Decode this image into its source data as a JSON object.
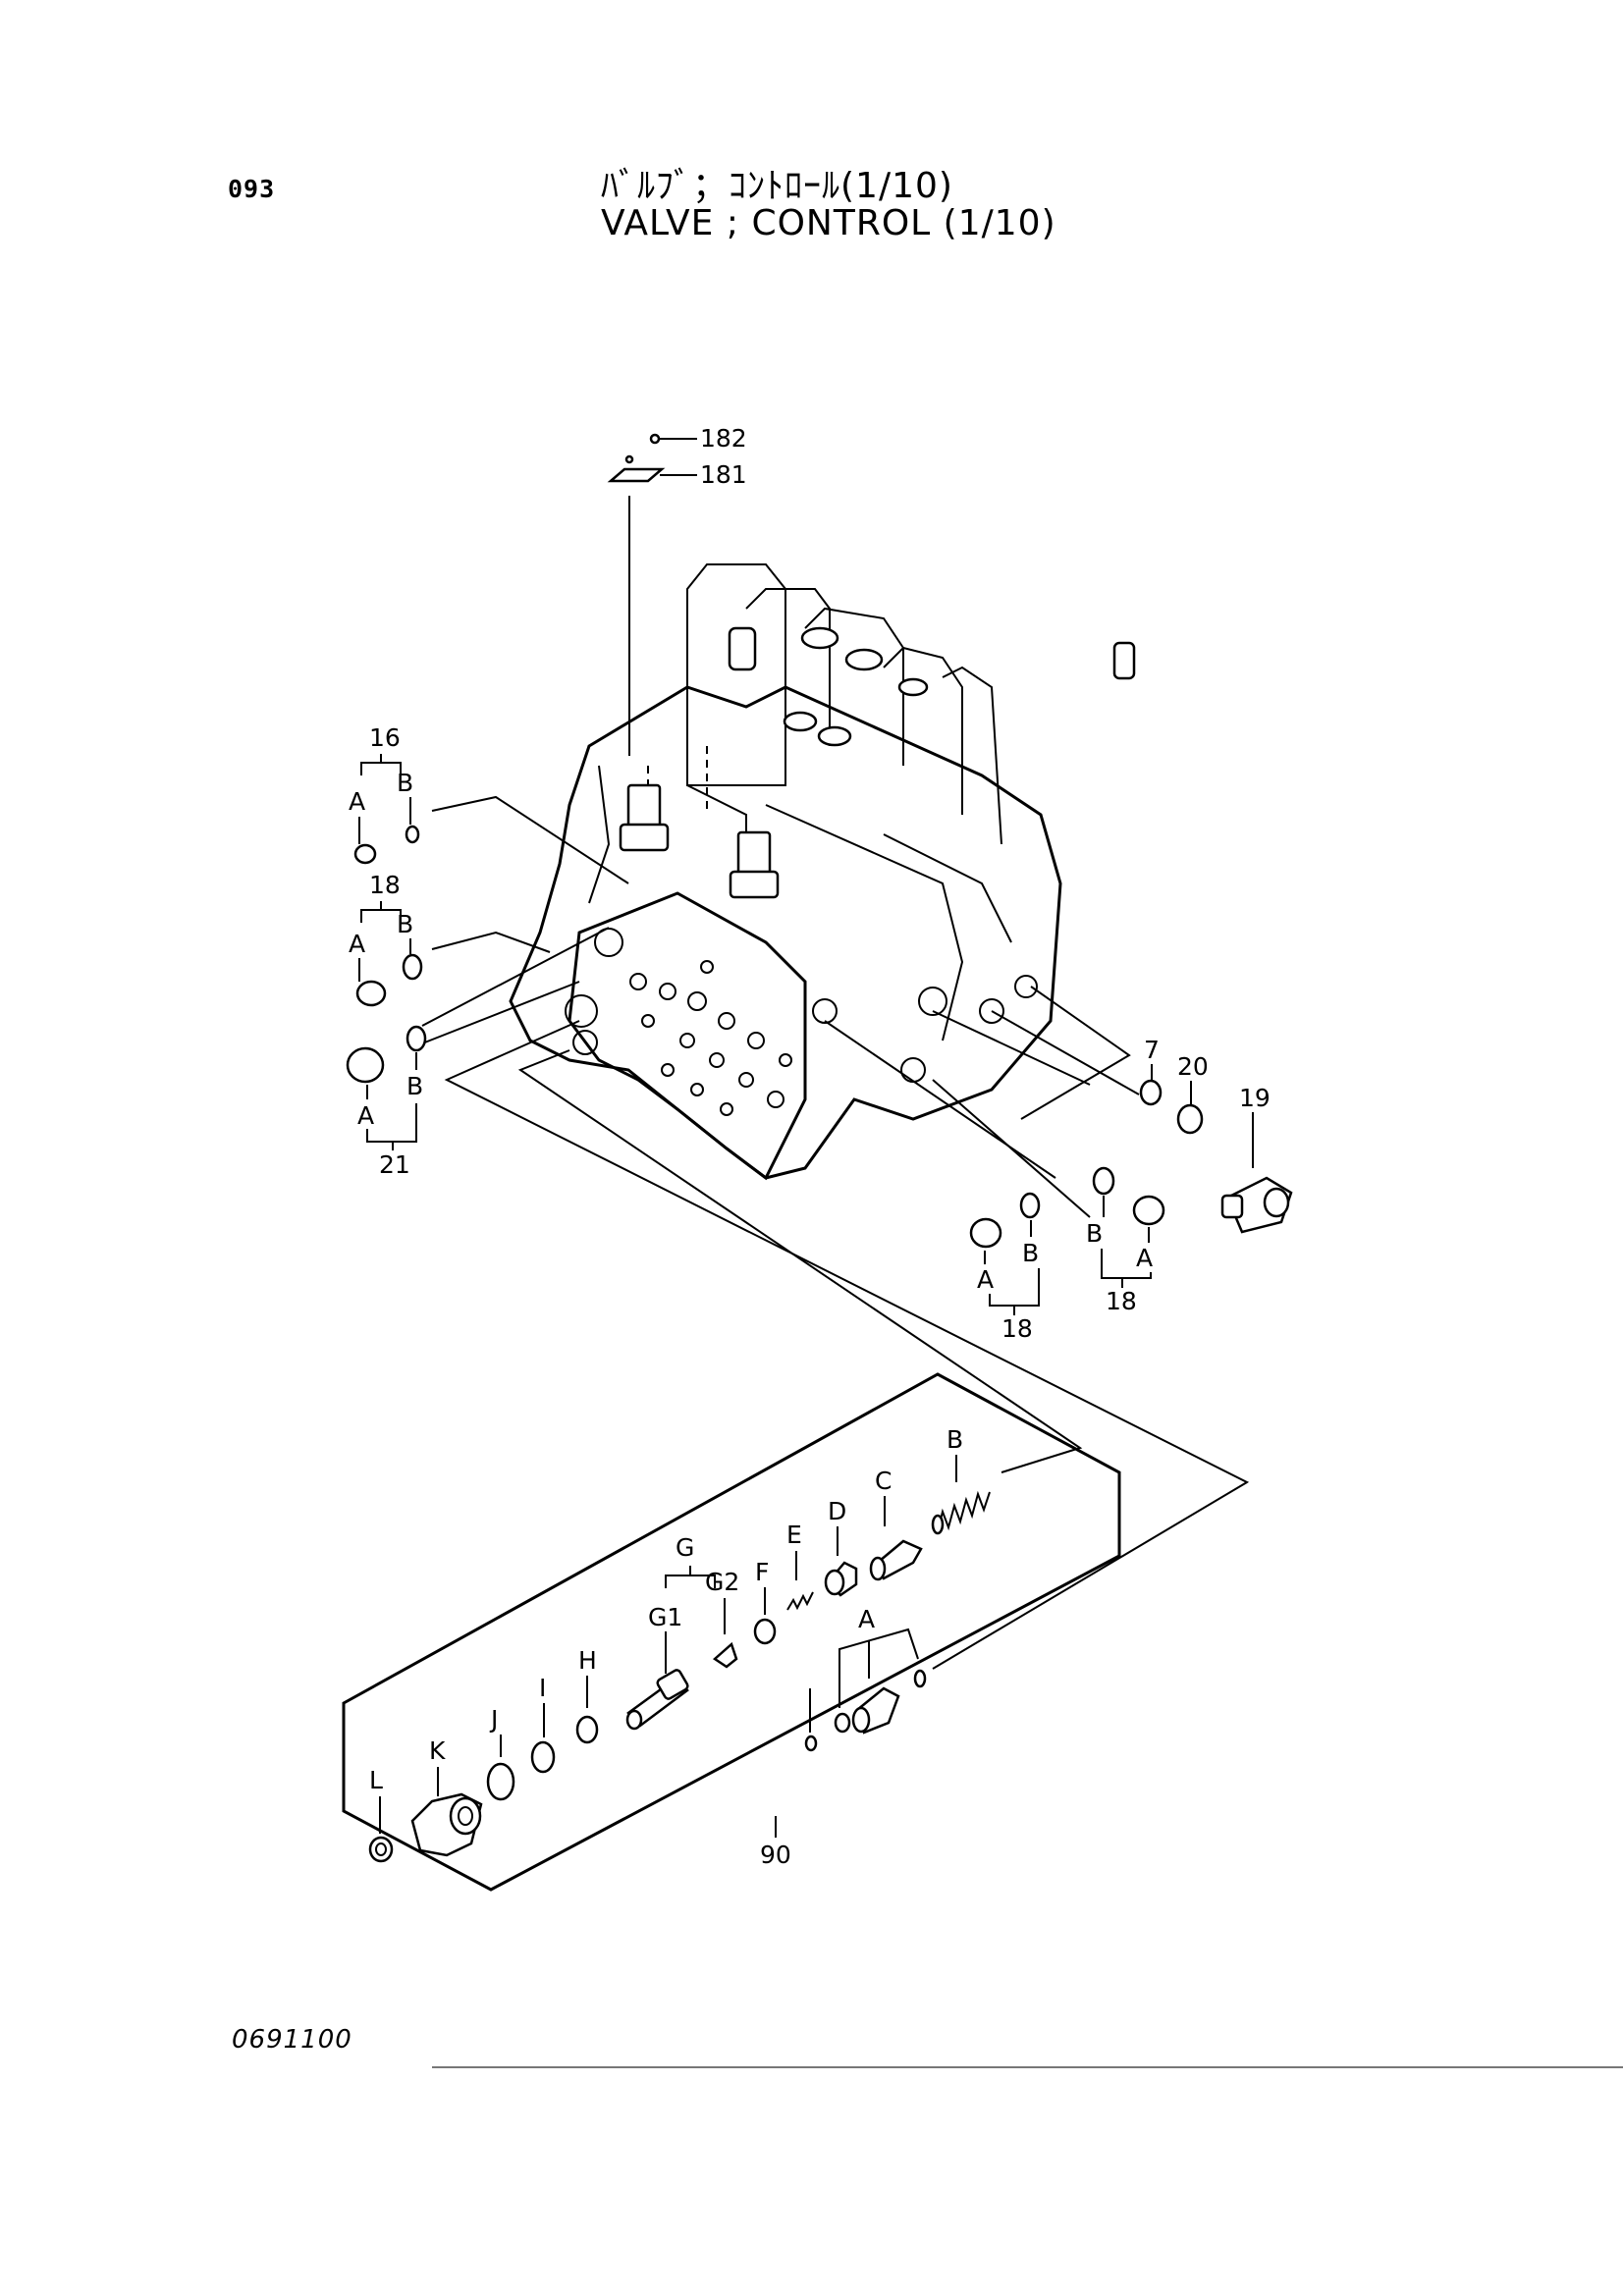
{
  "header": {
    "page_number": "093",
    "title_jp": "ﾊﾞﾙﾌﾞ；ｺﾝﾄﾛｰﾙ(1/10)",
    "title_en": "VALVE ; CONTROL (1/10)"
  },
  "callouts": {
    "c182": "182",
    "c181": "181",
    "c16": "16",
    "c16a": "A",
    "c16b": "B",
    "c18a": "18",
    "c18a_a": "A",
    "c18a_b": "B",
    "c21": "21",
    "c21a": "A",
    "c21b": "B",
    "c7": "7",
    "c20": "20",
    "c19": "19",
    "c18b": "18",
    "c18b_a": "A",
    "c18b_b": "B",
    "c18c": "18",
    "c18c_b": "B",
    "c18c_a": "A",
    "c90": "90"
  },
  "assembly_90": {
    "L": "L",
    "K": "K",
    "J": "J",
    "I": "I",
    "H": "H",
    "G": "G",
    "G1": "G1",
    "G2": "G2",
    "F": "F",
    "E": "E",
    "D": "D",
    "C": "C",
    "B": "B",
    "A": "A"
  },
  "footer": {
    "drawing_number": "0691100"
  }
}
